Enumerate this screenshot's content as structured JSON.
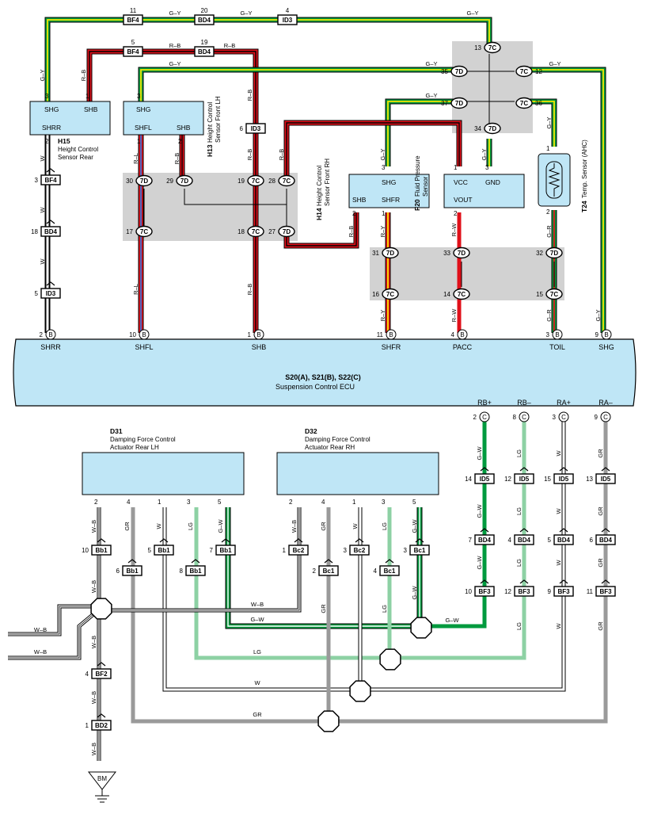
{
  "colors": {
    "green": "#009a3e",
    "yellow": "#f5e600",
    "red": "#e0101a",
    "blue": "#3a6fd0",
    "lightgreen": "#8dd1a4",
    "gray": "#9a9a9a",
    "component_fill": "#bfe6f6",
    "junction_fill": "#d2d2d2"
  },
  "ecu": {
    "codes": "S20(A), S21(B), S22(C)",
    "name": "Suspension Control ECU",
    "terminals_top": [
      {
        "name": "SHRR",
        "pin": "2",
        "conn": "B"
      },
      {
        "name": "SHFL",
        "pin": "10",
        "conn": "B"
      },
      {
        "name": "SHB",
        "pin": "1",
        "conn": "B"
      },
      {
        "name": "SHFR",
        "pin": "11",
        "conn": "B"
      },
      {
        "name": "PACC",
        "pin": "4",
        "conn": "B"
      },
      {
        "name": "TOIL",
        "pin": "3",
        "conn": "B"
      },
      {
        "name": "SHG",
        "pin": "9",
        "conn": "B"
      }
    ],
    "terminals_bottom": [
      {
        "name": "RB+",
        "pin": "2",
        "conn": "C"
      },
      {
        "name": "RB–",
        "pin": "8",
        "conn": "C"
      },
      {
        "name": "RA+",
        "pin": "3",
        "conn": "C"
      },
      {
        "name": "RA–",
        "pin": "9",
        "conn": "C"
      }
    ]
  },
  "components": {
    "h15": {
      "code": "H15",
      "line1": "Height Control",
      "line2": "Sensor Rear",
      "t_shg": "SHG",
      "t_shb": "SHB",
      "t_shrr": "SHRR",
      "p_shg": "3",
      "p_shb": "1",
      "p_shrr": "2"
    },
    "h13": {
      "code": "H13",
      "line1": "Height Control",
      "line2": "Sensor Front LH",
      "t_shg": "SHG",
      "t_shfl": "SHFL",
      "t_shb": "SHB",
      "p_shg": "3",
      "p_shfl": "1",
      "p_shb": "2"
    },
    "h14": {
      "code": "H14",
      "line1": "Height Control",
      "line2": "Sensor Front RH",
      "t_shg": "SHG",
      "t_shb": "SHB",
      "t_shfr": "SHFR",
      "p_shg": "3",
      "p_shb": "2",
      "p_shfr": "1"
    },
    "f20": {
      "code": "F20",
      "line1": "Fluid Pressure",
      "line2": "Sensor",
      "t_vcc": "VCC",
      "t_gnd": "GND",
      "t_vout": "VOUT",
      "p_vcc": "1",
      "p_gnd": "3",
      "p_vout": "2"
    },
    "t24": {
      "code": "T24",
      "line1": "Temp. Sensor (AHC)",
      "p1": "1",
      "p2": "2"
    },
    "d31": {
      "code": "D31",
      "line1": "Damping Force Control",
      "line2": "Actuator Rear LH",
      "pins": [
        "2",
        "4",
        "1",
        "3",
        "5"
      ]
    },
    "d32": {
      "code": "D32",
      "line1": "Damping Force Control",
      "line2": "Actuator Rear RH",
      "pins": [
        "2",
        "4",
        "1",
        "3",
        "5"
      ]
    }
  },
  "connectors": {
    "bf4_a": {
      "name": "BF4",
      "pin": "11"
    },
    "bd4_a": {
      "name": "BD4",
      "pin": "20"
    },
    "id3_a": {
      "name": "ID3",
      "pin": "4"
    },
    "bf4_b": {
      "name": "BF4",
      "pin": "5"
    },
    "bd4_b": {
      "name": "BD4",
      "pin": "19"
    },
    "id3_b": {
      "name": "ID3",
      "pin": "6"
    },
    "bf4_c": {
      "name": "BF4",
      "pin": "3"
    },
    "bd4_c": {
      "name": "BD4",
      "pin": "18"
    },
    "id3_c": {
      "name": "ID3",
      "pin": "5"
    },
    "bb1_1": {
      "name": "Bb1",
      "pin": "10"
    },
    "bb1_2": {
      "name": "Bb1",
      "pin": "5"
    },
    "bb1_3": {
      "name": "Bb1",
      "pin": "7"
    },
    "bb1_4": {
      "name": "Bb1",
      "pin": "6"
    },
    "bb1_5": {
      "name": "Bb1",
      "pin": "8"
    },
    "bc2_1": {
      "name": "Bc2",
      "pin": "1"
    },
    "bc2_2": {
      "name": "Bc2",
      "pin": "3"
    },
    "bc1_1": {
      "name": "Bc1",
      "pin": "3"
    },
    "bc1_2": {
      "name": "Bc1",
      "pin": "2"
    },
    "bc1_3": {
      "name": "Bc1",
      "pin": "4"
    },
    "id5_1": {
      "name": "ID5",
      "pin": "14"
    },
    "id5_2": {
      "name": "ID5",
      "pin": "12"
    },
    "id5_3": {
      "name": "ID5",
      "pin": "15"
    },
    "id5_4": {
      "name": "ID5",
      "pin": "13"
    },
    "bd4_1": {
      "name": "BD4",
      "pin": "7"
    },
    "bd4_2": {
      "name": "BD4",
      "pin": "4"
    },
    "bd4_3": {
      "name": "BD4",
      "pin": "5"
    },
    "bd4_4": {
      "name": "BD4",
      "pin": "6"
    },
    "bf3_1": {
      "name": "BF3",
      "pin": "10"
    },
    "bf3_2": {
      "name": "BF3",
      "pin": "12"
    },
    "bf3_3": {
      "name": "BF3",
      "pin": "9"
    },
    "bf3_4": {
      "name": "BF3",
      "pin": "11"
    },
    "bf2": {
      "name": "BF2",
      "pin": "4"
    },
    "bd2": {
      "name": "BD2",
      "pin": "1"
    }
  },
  "junctions": {
    "top": [
      {
        "conn": "7C",
        "pin": "13"
      },
      {
        "conn": "7D",
        "pin": "35"
      },
      {
        "conn": "7C",
        "pin": "12"
      },
      {
        "conn": "7D",
        "pin": "37"
      },
      {
        "conn": "7C",
        "pin": "36"
      },
      {
        "conn": "7D",
        "pin": "34"
      }
    ],
    "mid": [
      {
        "conn": "7D",
        "pin": "30"
      },
      {
        "conn": "7D",
        "pin": "29"
      },
      {
        "conn": "7C",
        "pin": "19"
      },
      {
        "conn": "7C",
        "pin": "28"
      },
      {
        "conn": "7C",
        "pin": "17"
      },
      {
        "conn": "7C",
        "pin": "18"
      },
      {
        "conn": "7D",
        "pin": "27"
      }
    ],
    "right": [
      {
        "conn": "7D",
        "pin": "31"
      },
      {
        "conn": "7D",
        "pin": "33"
      },
      {
        "conn": "7D",
        "pin": "32"
      },
      {
        "conn": "7C",
        "pin": "16"
      },
      {
        "conn": "7C",
        "pin": "14"
      },
      {
        "conn": "7C",
        "pin": "15"
      }
    ]
  },
  "wire_colors": {
    "gy": "G–Y",
    "rb": "R–B",
    "w": "W",
    "rl": "R–L",
    "ry": "R–Y",
    "rw": "R–W",
    "gr_red": "G–R",
    "wb": "W–B",
    "gr": "GR",
    "lg": "LG",
    "gw": "G–W"
  },
  "ground": {
    "label": "BM"
  }
}
